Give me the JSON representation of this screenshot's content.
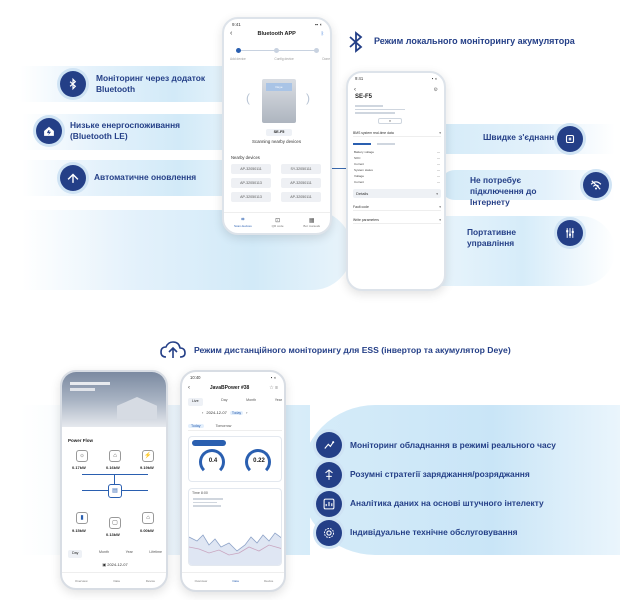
{
  "top": {
    "headline_right": "Режим локального моніторингу акумулятора",
    "left_features": [
      {
        "label": "Моніторинг через додаток Bluetooth",
        "icon": "bluetooth-icon"
      },
      {
        "label": "Низьке енергоспоживання (Bluetooth LE)",
        "icon": "home-energy-icon"
      },
      {
        "label": "Автоматичне оновлення",
        "icon": "upload-icon"
      }
    ],
    "right_features": [
      {
        "label": "Швидке з'єднання",
        "icon": "plug-icon"
      },
      {
        "label": "Не потребує підключення до Інтернету",
        "icon": "no-wifi-icon"
      },
      {
        "label": "Портативне управління",
        "icon": "sliders-icon"
      }
    ],
    "phone1": {
      "time": "9:41",
      "title": "Bluetooth APP",
      "steps": [
        "Add device",
        "Config device",
        "Done"
      ],
      "device_name": "SE-F5",
      "scanning": "Scanning nearby devices",
      "nearby_title": "Nearby devices",
      "devices": [
        "AP-32050111",
        "SY-32050111",
        "AP-32050113",
        "AP-32050111",
        "AP-32050113",
        "AP-32050111"
      ],
      "tabs": [
        "Scan devices",
        "QR code",
        "Bot manuals"
      ]
    },
    "phone2": {
      "time": "9:41",
      "device": "SE-F5",
      "section1": "BMS system real-time data",
      "rows": [
        {
          "k": "Battery voltage",
          "v": "---"
        },
        {
          "k": "SOC",
          "v": "---"
        },
        {
          "k": "Current",
          "v": "---"
        },
        {
          "k": "System status",
          "v": "---"
        },
        {
          "k": "Voltage",
          "v": "---"
        },
        {
          "k": "Current",
          "v": "---"
        }
      ],
      "details": "Details",
      "section2": "Fault code",
      "section3": "Write parameters"
    }
  },
  "bottom": {
    "headline": "Режим дистанційного моніторингу для ESS (інвертор та акумулятор Deye)",
    "features": [
      {
        "label": "Моніторинг обладнання в режимі реального часу",
        "icon": "monitor-icon"
      },
      {
        "label": "Розумні стратегії заряджання/розряджання",
        "icon": "strategy-icon"
      },
      {
        "label": "Аналітика даних на основі штучного інтелекту",
        "icon": "analytics-icon"
      },
      {
        "label": "Індивідуальне технічне обслуговування",
        "icon": "gear-icon"
      }
    ],
    "phone3": {
      "flow_title": "Power Flow",
      "values": [
        "0.17kW",
        "0.16kW",
        "9.19kW",
        "9.15kW",
        "0.13kW",
        "0.00kW"
      ],
      "date": "2024-12-07",
      "periods": [
        "Day",
        "Month",
        "Year",
        "Lifetime"
      ],
      "tabs": [
        "Overview",
        "Data",
        "Device"
      ]
    },
    "phone4": {
      "time": "10:40",
      "title": "JavaBPower #38",
      "periods": [
        "Live",
        "Day",
        "Month",
        "Year"
      ],
      "date": "2024-12-07",
      "today": "Today",
      "subtabs": [
        "Today",
        "Tomorrow"
      ],
      "gauge1_value": "0.4",
      "gauge2_value": "0.22",
      "time_label": "Time 8:00",
      "tabs": [
        "Overview",
        "Data",
        "Device"
      ]
    }
  },
  "colors": {
    "navy": "#243f87",
    "band": "#d6ecf9",
    "accent": "#2a5fb0"
  }
}
